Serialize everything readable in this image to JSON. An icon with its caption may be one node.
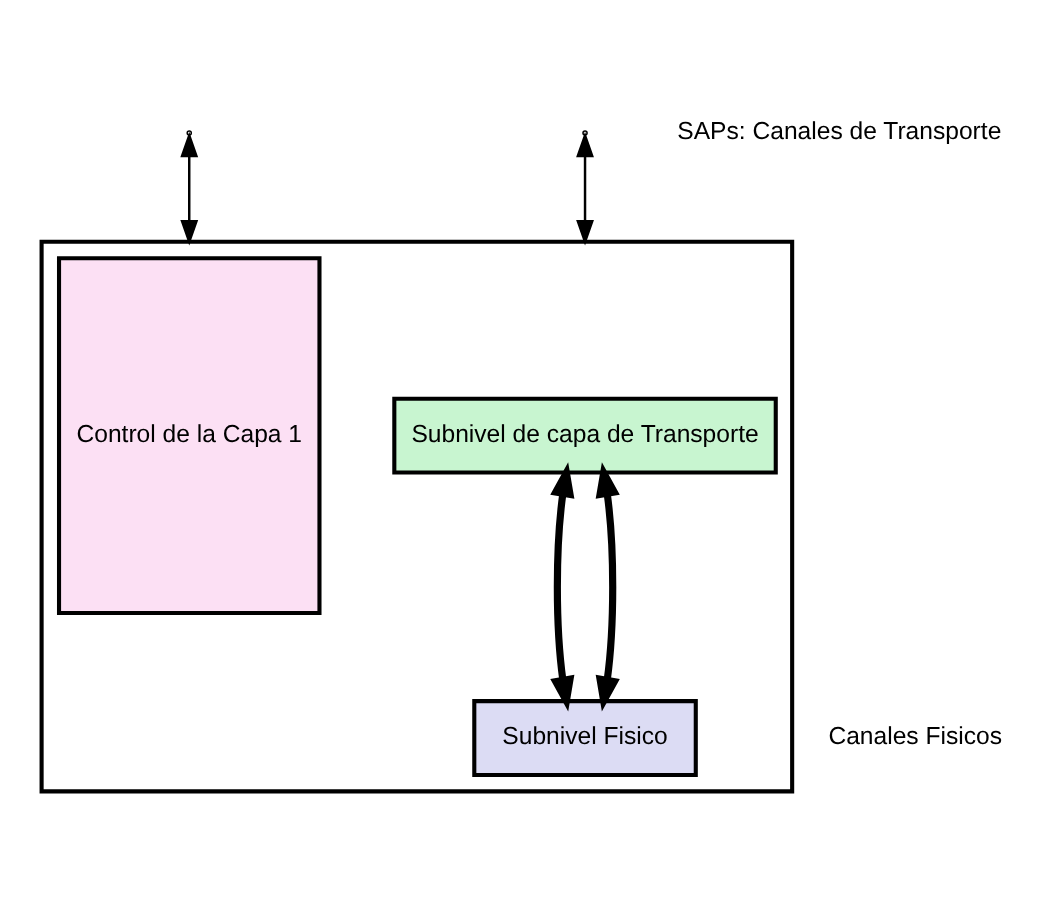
{
  "diagram": {
    "nodes": [
      {
        "text": [],
        "shape": "box"
      },
      {
        "text": [
          "Control de la Capa 1"
        ],
        "in": 0
      },
      {
        "text": [
          "Subnivel de capa de Transporte"
        ],
        "in": 0
      },
      {
        "text": [
          "Subnivel Fisico"
        ],
        "in": 0
      }
    ],
    "edges": [
      {
        "from": null,
        "to": 0,
        "arrow": "both"
      },
      {
        "from": null,
        "to": 0,
        "arrow": "both"
      },
      {
        "from": 2,
        "to": 3,
        "arrow": "both",
        "style": "thick"
      },
      {
        "from": 2,
        "to": 3,
        "arrow": "both",
        "style": "thick"
      }
    ],
    "labels": [
      "SAPs: Canales de Transporte",
      "Canales Fisicos"
    ]
  }
}
